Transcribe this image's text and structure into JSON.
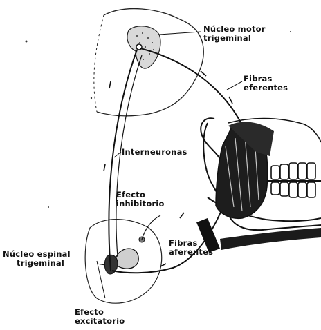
{
  "labels": {
    "nucleo_motor": [
      "Núcleo motor",
      "trigeminal"
    ],
    "fibras_eferentes": [
      "Fibras",
      "eferentes"
    ],
    "interneuronas": "Interneuronas",
    "efecto_inhibitorio": [
      "Efecto",
      "inhibitorio"
    ],
    "fibras_aferentes": [
      "Fibras",
      "aferentes"
    ],
    "nucleo_espinal": [
      "Núcleo espinal",
      "trigeminal"
    ],
    "efecto_excitatorio": [
      "Efecto",
      "excitatorio"
    ]
  },
  "colors": {
    "ink": "#111111",
    "background": "#ffffff"
  }
}
